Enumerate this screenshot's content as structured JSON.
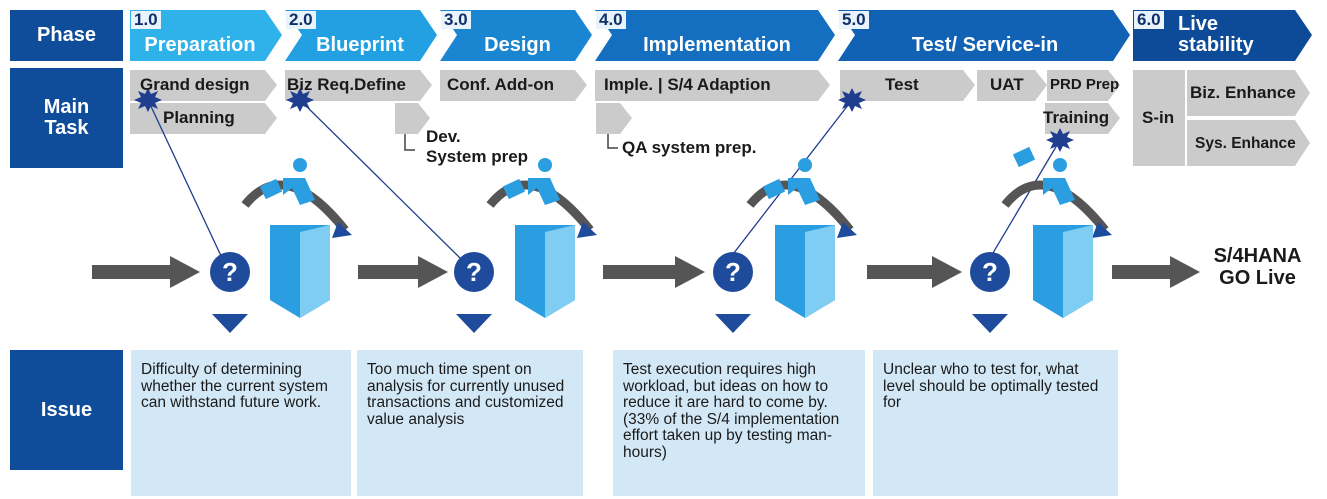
{
  "row_headers": {
    "phase": "Phase",
    "main_task": "Main\nTask",
    "issue": "Issue"
  },
  "phases": [
    {
      "num": "1.0",
      "name": "Preparation"
    },
    {
      "num": "2.0",
      "name": "Blueprint"
    },
    {
      "num": "3.0",
      "name": "Design"
    },
    {
      "num": "4.0",
      "name": "Implementation"
    },
    {
      "num": "5.0",
      "name": "Test/ Service-in"
    },
    {
      "num": "6.0",
      "name": "Live\nstability"
    }
  ],
  "tasks": {
    "grand_design": "Grand design",
    "planning": "Planning",
    "biz_req": "Biz Req.Define",
    "dev_system_prep": "Dev.\nSystem prep",
    "conf_addon": "Conf. Add-on",
    "imple": "Imple. | S/4 Adaption",
    "qa_prep": "QA system prep.",
    "test": "Test",
    "uat": "UAT",
    "prd_prep": "PRD Prep",
    "training": "Training",
    "s_in": "S-in",
    "biz_enhance": "Biz. Enhance",
    "sys_enhance": "Sys. Enhance"
  },
  "question_mark": "?",
  "go_live": "S/4HANA\nGO Live",
  "issues": [
    "Difficulty of determining whether the current system can withstand future work.",
    "Too much time spent on analysis for currently unused transactions and customized value analysis",
    "Test execution requires high workload, but ideas on how to reduce it are hard to come by.\n(33% of the S/4 implementation effort taken up by testing man-hours)",
    "Unclear who to test for, what level should be optimally tested for"
  ],
  "colors": {
    "header_blue": "#0f4c9a",
    "phase_light": "#29a8e6",
    "phase_dark": "#0d4a98",
    "task_gray": "#cbcbcb",
    "issue_bg": "#d3e8f6",
    "arrow_gray": "#555555",
    "figure_blue": "#2a9ee0"
  }
}
